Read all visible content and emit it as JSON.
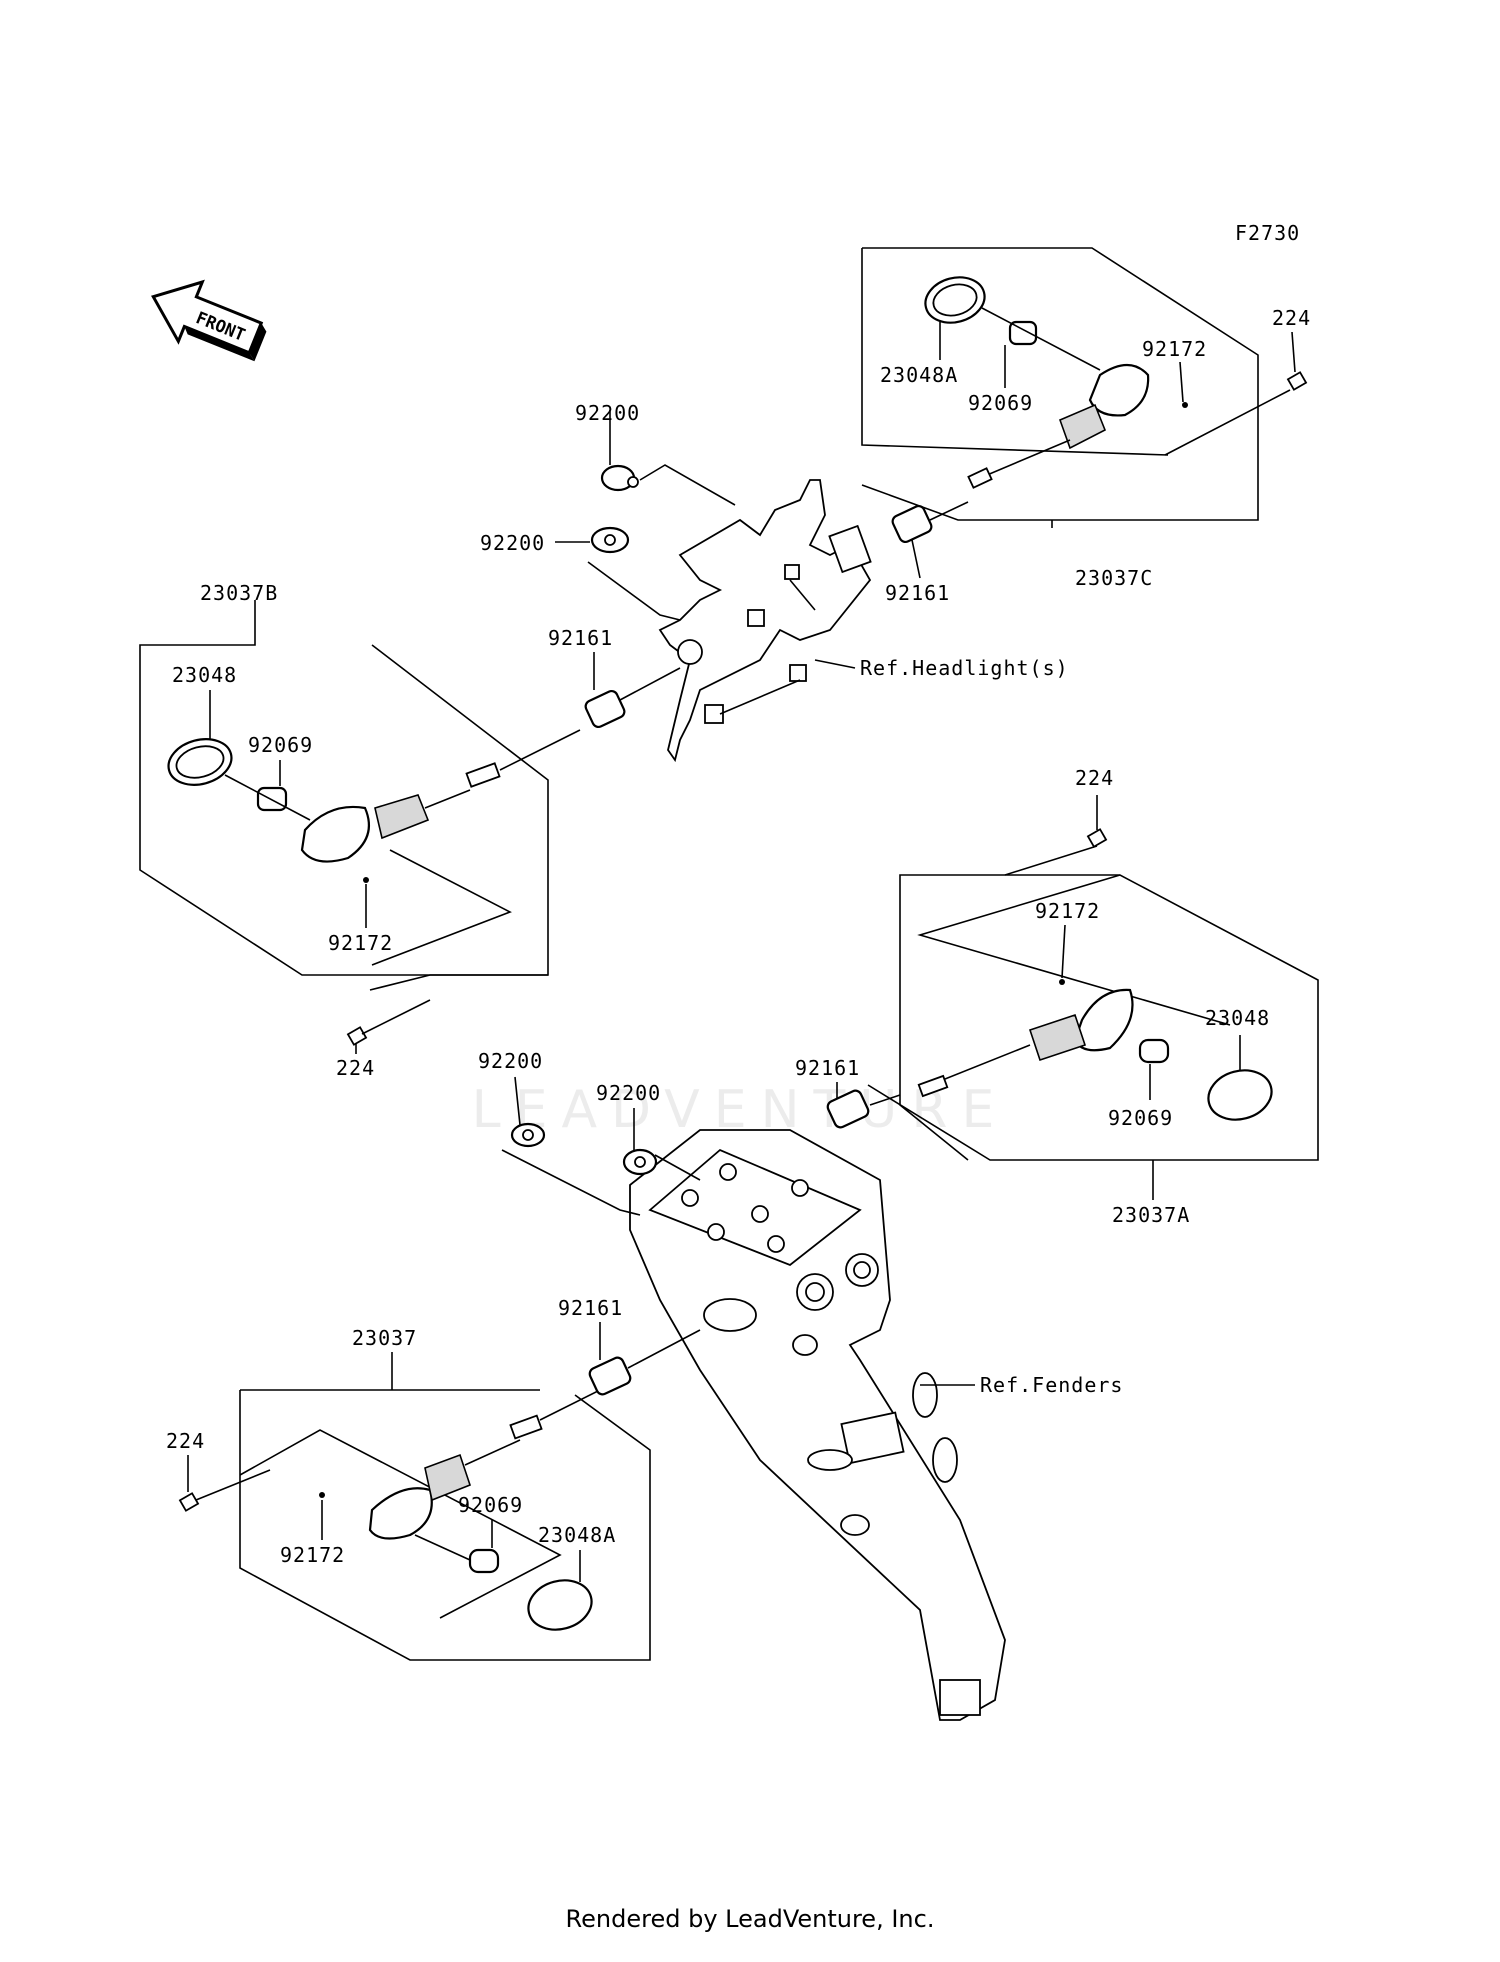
{
  "diagram_code": "F2730",
  "front_label": "FRONT",
  "watermark": "LEADVENTURE",
  "footer": "Rendered by LeadVenture, Inc.",
  "ref_labels": {
    "headlight": "Ref.Headlight(s)",
    "fenders": "Ref.Fenders"
  },
  "parts": {
    "upper_right": {
      "assembly": "23037C",
      "lens": "23048A",
      "bulb": "92069",
      "screw": "92172",
      "bolt": "224",
      "grommet": "92161",
      "damper": "92200"
    },
    "upper_left": {
      "assembly": "23037B",
      "lens": "23048",
      "bulb": "92069",
      "screw": "92172",
      "bolt": "224",
      "grommet": "92161",
      "damper": "92200"
    },
    "lower_right": {
      "assembly": "23037A",
      "lens": "23048",
      "bulb": "92069",
      "screw": "92172",
      "bolt": "224",
      "grommet": "92161",
      "damper1": "92200",
      "damper2": "92200"
    },
    "lower_left": {
      "assembly": "23037",
      "lens": "23048A",
      "bulb": "92069",
      "screw": "92172",
      "bolt": "224",
      "grommet": "92161"
    }
  }
}
